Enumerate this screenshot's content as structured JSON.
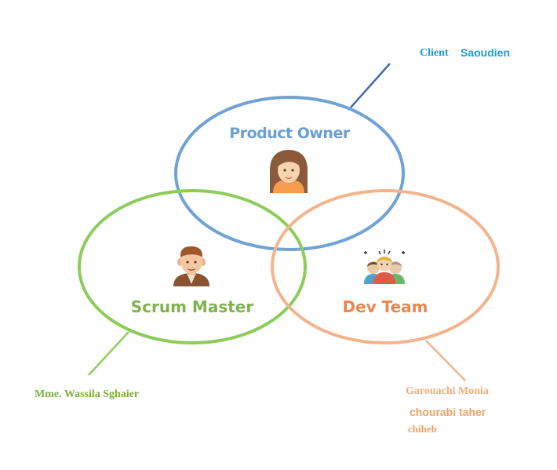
{
  "roles": {
    "product_owner": {
      "title": "Product Owner",
      "color": "#6a9fd4"
    },
    "scrum_master": {
      "title": "Scrum Master",
      "color": "#7fb24d"
    },
    "dev_team": {
      "title": "Dev Team",
      "color": "#e8874f"
    }
  },
  "client": {
    "label": "Client",
    "name": "Saoudien",
    "color": "#1a9fd8"
  },
  "scrum_master_member": {
    "name": "Mme. Wassila Sghaier",
    "color": "#7cae3e"
  },
  "dev_team_members": [
    {
      "name": "Garouachi Monia",
      "color": "#f0ad80"
    },
    {
      "name": "chourabi taher",
      "color": "#f0a060"
    },
    {
      "name": "chiheb",
      "color": "#f0a060"
    }
  ],
  "colors": {
    "product_owner_ring": "#6fa3d3",
    "scrum_master_ring": "#8ccc5a",
    "dev_team_ring": "#f2b48c",
    "client_connector": "#3f6bb0",
    "scrum_connector": "#8ccc5a",
    "dev_connector": "#f2b48c"
  },
  "icons": [
    "woman-avatar-icon",
    "man-avatar-icon",
    "team-group-icon"
  ]
}
